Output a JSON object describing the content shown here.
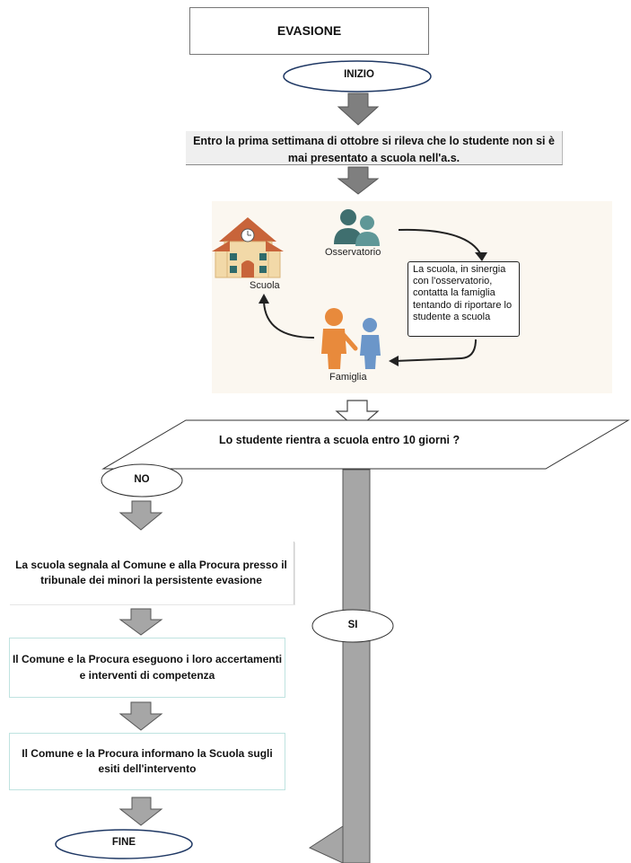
{
  "title": "EVASIONE",
  "start": "INIZIO",
  "step1": "Entro la prima settimana di ottobre si rileva che lo studente non si è mai presentato a scuola nell'a.s.",
  "illustration": {
    "scuola": "Scuola",
    "osservatorio": "Osservatorio",
    "famiglia": "Famiglia",
    "bubble": "La scuola, in sinergia con l'osservatorio, contatta la famiglia tentando di riportare lo studente a scuola"
  },
  "decision": "Lo studente rientra a scuola entro 10 giorni ?",
  "no_label": "NO",
  "yes_label": "SI",
  "step2": "La scuola segnala al Comune e alla Procura presso il tribunale dei minori la persistente evasione",
  "step3": "Il Comune e la Procura eseguono i loro accertamenti e interventi di competenza",
  "step4": "Il Comune e la Procura informano la Scuola  sugli esiti dell'intervento",
  "end": "FINE",
  "colors": {
    "arrow_fill": "#7f7f7f",
    "si_arrow_fill": "#a6a6a6",
    "oval_border": "#1f3864",
    "box_border_teal": "#bfe3e0",
    "illustration_bg": "#fbf7f0"
  }
}
